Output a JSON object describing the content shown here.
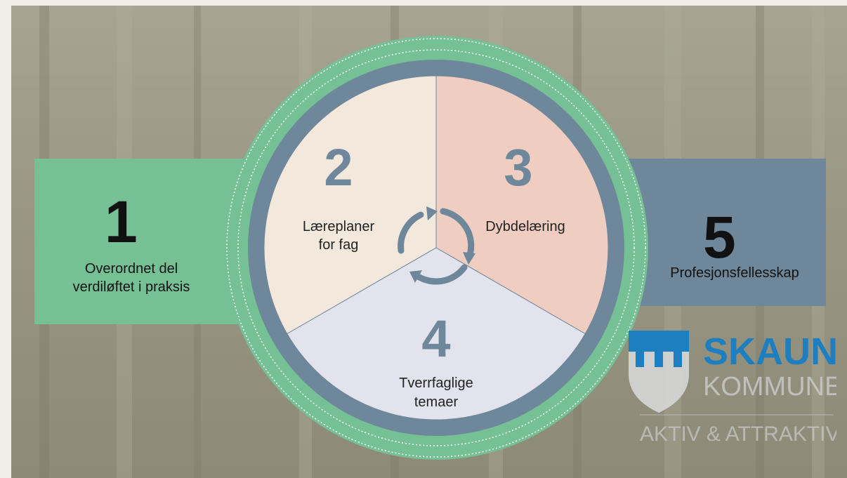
{
  "left_box": {
    "number": "1",
    "label_line1": "Overordnet del",
    "label_line2": "verdiløftet i praksis"
  },
  "right_box": {
    "number": "5",
    "label": "Profesjonsfellesskap"
  },
  "wheel": {
    "segments": [
      {
        "number": "2",
        "label_line1": "Læreplaner",
        "label_line2": "for fag"
      },
      {
        "number": "3",
        "label_line1": "Dybdelæring"
      },
      {
        "number": "4",
        "label_line1": "Tverrfaglige",
        "label_line2": "temaer"
      }
    ],
    "center_icon": "cycle-arrows-icon"
  },
  "logo": {
    "name": "SKAUN",
    "sub": "KOMMUNE",
    "tagline": "AKTIV & ATTRAKTIV",
    "icon": "shield-icon"
  },
  "colors": {
    "green": "#75c095",
    "slate": "#6e879b",
    "segment_2": "#f3e8dc",
    "segment_3": "#efcdc0",
    "segment_4": "#e3e3ee",
    "logo_blue": "#1e7fc0"
  }
}
